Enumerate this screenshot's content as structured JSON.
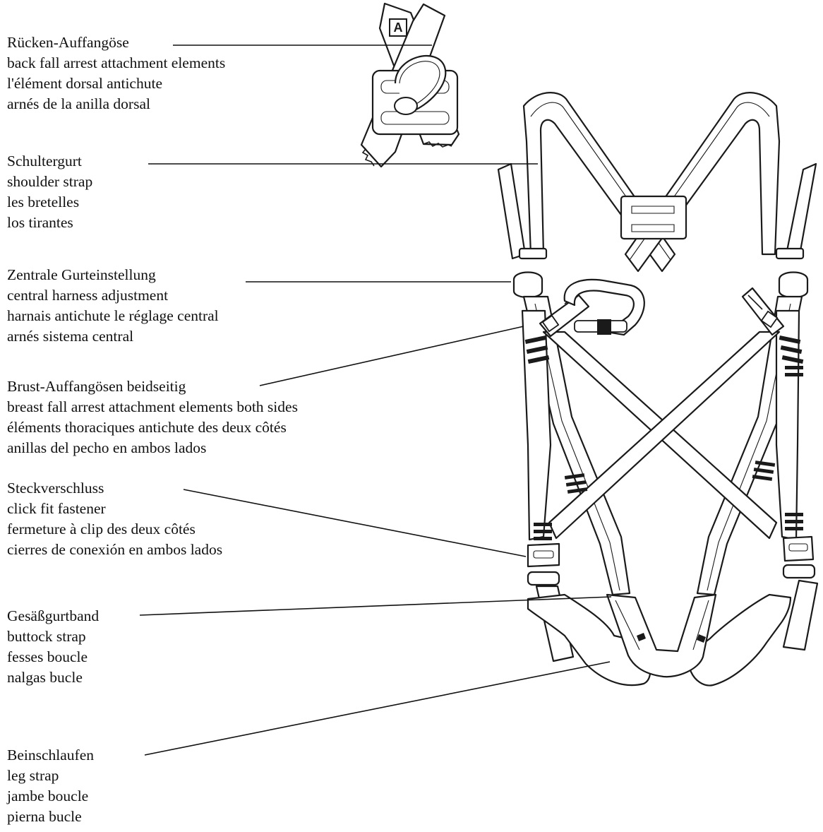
{
  "callouts": [
    {
      "id": "back-attachment",
      "de": "Rücken-Auffangöse",
      "en": "back fall arrest attachment elements",
      "fr": "l'élément dorsal antichute",
      "es": "arnés de la anilla dorsal"
    },
    {
      "id": "shoulder-strap",
      "de": "Schultergurt",
      "en": "shoulder strap",
      "fr": "les bretelles",
      "es": "los tirantes"
    },
    {
      "id": "central-adjustment",
      "de": "Zentrale Gurteinstellung",
      "en": "central harness adjustment",
      "fr": "harnais antichute le réglage central",
      "es": "arnés sistema central"
    },
    {
      "id": "breast-attachment",
      "de": "Brust-Auffangösen beidseitig",
      "en": "breast fall arrest attachment elements both sides",
      "fr": "éléments thoraciques antichute des deux côtés",
      "es": "anillas del pecho en ambos lados"
    },
    {
      "id": "click-fastener",
      "de": "Steckverschluss",
      "en": "click fit fastener",
      "fr": "fermeture à clip des deux côtés",
      "es": "cierres de conexión en ambos lados"
    },
    {
      "id": "buttock-strap",
      "de": "Gesäßgurtband",
      "en": "buttock strap",
      "fr": "fesses  boucle",
      "es": "nalgas bucle"
    },
    {
      "id": "leg-strap",
      "de": "Beinschlaufen",
      "en": "leg strap",
      "fr": "jambe boucle",
      "es": "pierna bucle"
    }
  ],
  "back_ring_marking": "A",
  "colors": {
    "ink": "#1a1a1a",
    "background": "#ffffff"
  }
}
